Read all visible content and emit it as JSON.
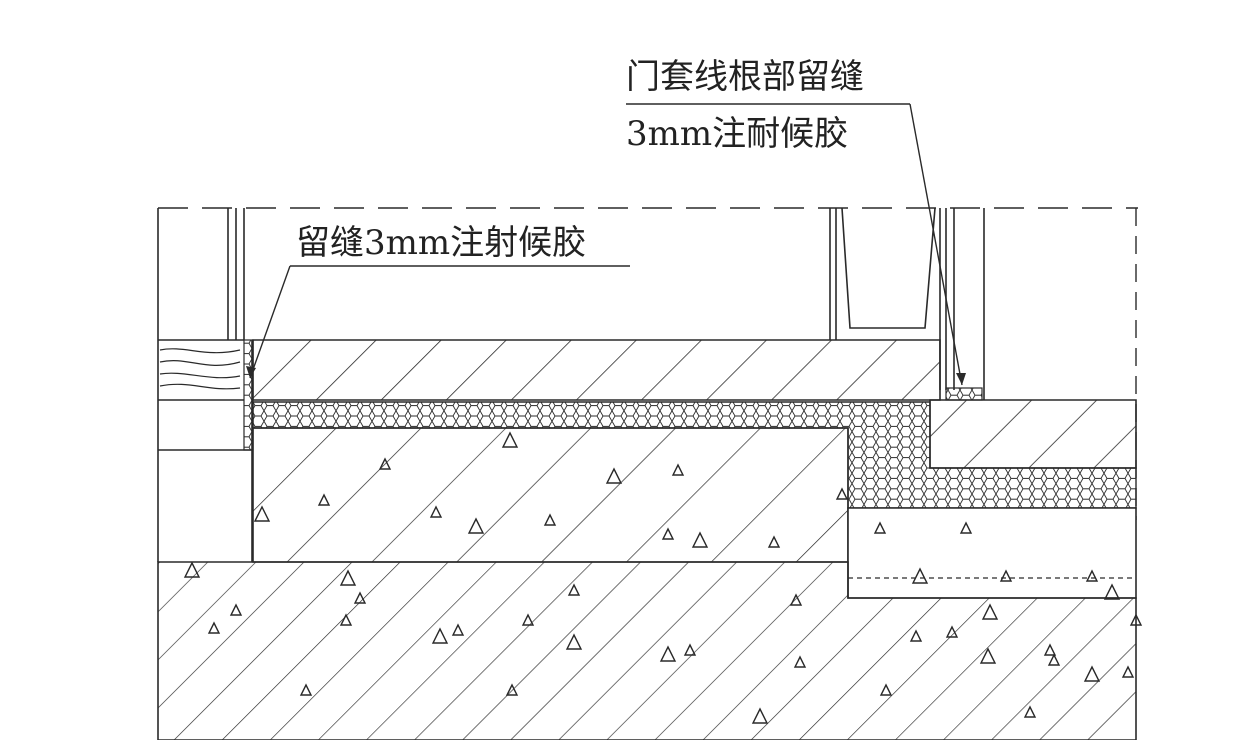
{
  "callouts": {
    "base_sealant": "留缝3mm注射候胶",
    "frame_gap_line1": "门套线根部留缝",
    "frame_gap_line2": "3mm注耐候胶"
  },
  "colors": {
    "line": "#2a2a2a",
    "background": "#ffffff"
  }
}
